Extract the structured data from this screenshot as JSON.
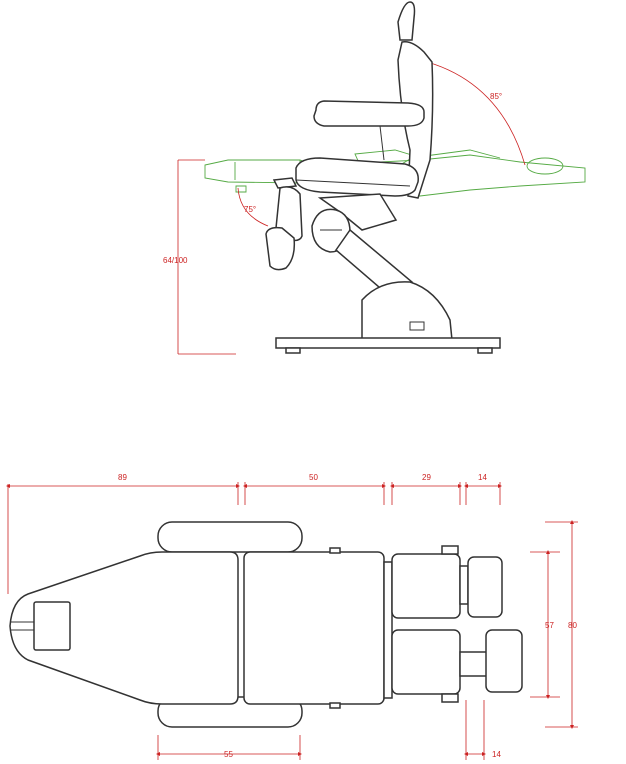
{
  "side_view": {
    "height_label": "64/100",
    "backrest_angle_label": "85°",
    "leg_angle_label": "75°"
  },
  "top_view": {
    "width_89": "89",
    "width_50": "50",
    "width_29": "29",
    "width_14_top": "14",
    "armrest_55": "55",
    "bottom_14": "14",
    "height_57": "57",
    "height_80": "80"
  },
  "colors": {
    "outline": "#333333",
    "dimension": "#cc2222",
    "reclined_outline": "#55aa44"
  }
}
